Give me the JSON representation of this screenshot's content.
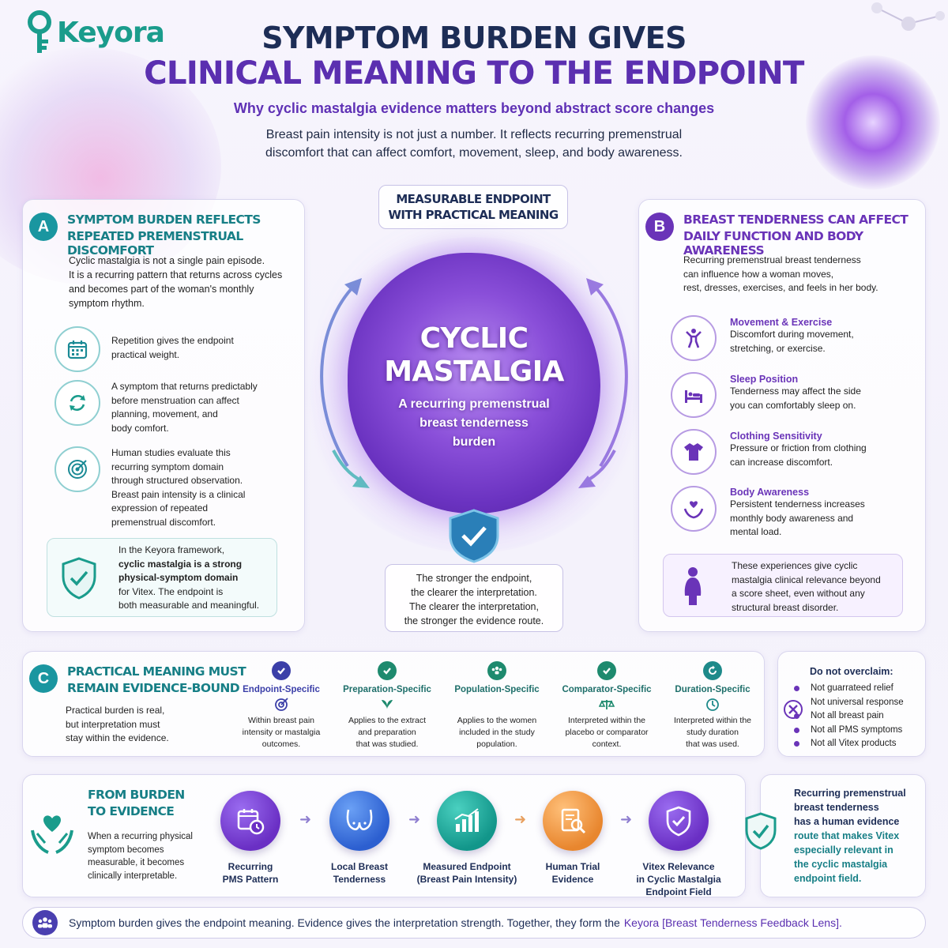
{
  "logo": {
    "text": "Keyora"
  },
  "header": {
    "title_line1": "SYMPTOM BURDEN GIVES",
    "title_line2": "CLINICAL MEANING TO THE ENDPOINT",
    "subtitle": "Why cyclic mastalgia evidence matters beyond abstract score changes",
    "intro_line1": "Breast pain intensity is not just a number. It reflects recurring premenstrual",
    "intro_line2": "discomfort that can affect comfort, movement, sleep, and body awareness."
  },
  "center": {
    "badge_line1": "MEASURABLE ENDPOINT",
    "badge_line2": "WITH PRACTICAL MEANING",
    "orb_title1": "CYCLIC",
    "orb_title2": "MASTALGIA",
    "orb_sub1": "A recurring premenstrual",
    "orb_sub2": "breast tenderness",
    "orb_sub3": "burden",
    "note_line1": "The stronger the endpoint,",
    "note_line2": "the clearer the interpretation.",
    "note_line3": "The clearer the interpretation,",
    "note_line4": "the stronger the evidence route."
  },
  "panel_a": {
    "letter": "A",
    "title1": "SYMPTOM BURDEN REFLECTS",
    "title2": "REPEATED PREMENSTRUAL DISCOMFORT",
    "intro": [
      "Cyclic mastalgia is not a single pain episode.",
      "It is a recurring pattern that returns across cycles",
      "and becomes part of the woman's monthly",
      "symptom rhythm."
    ],
    "items": [
      {
        "icon": "calendar-icon",
        "lines": [
          "Repetition gives the endpoint",
          "practical weight."
        ]
      },
      {
        "icon": "cycle-arrows-icon",
        "lines": [
          "A symptom that returns predictably",
          "before menstruation can affect",
          "planning, movement, and",
          "body comfort."
        ]
      },
      {
        "icon": "target-icon",
        "lines": [
          "Human studies evaluate this",
          "recurring symptom domain",
          "through structured observation.",
          "Breast pain intensity is a clinical",
          "expression of repeated",
          "premenstrual discomfort."
        ]
      }
    ],
    "framework": [
      "In the Keyora framework,",
      "cyclic mastalgia is a strong",
      "physical-symptom domain",
      "for Vitex. The endpoint is",
      "both measurable and meaningful."
    ]
  },
  "panel_b": {
    "letter": "B",
    "title1": "BREAST TENDERNESS CAN AFFECT",
    "title2": "DAILY FUNCTION AND BODY AWARENESS",
    "intro": [
      "Recurring premenstrual breast tenderness",
      "can influence how a woman moves,",
      "rest, dresses, exercises, and feels in her body."
    ],
    "items": [
      {
        "icon": "exercise-person-icon",
        "title": "Movement & Exercise",
        "lines": [
          "Discomfort during movement,",
          "stretching, or exercise."
        ]
      },
      {
        "icon": "bed-icon",
        "title": "Sleep Position",
        "lines": [
          "Tenderness may affect the side",
          "you can comfortably sleep on."
        ]
      },
      {
        "icon": "shirt-icon",
        "title": "Clothing Sensitivity",
        "lines": [
          "Pressure or friction from clothing",
          "can increase discomfort."
        ]
      },
      {
        "icon": "heart-hands-icon",
        "title": "Body Awareness",
        "lines": [
          "Persistent tenderness increases",
          "monthly body awareness and",
          "mental load."
        ]
      }
    ],
    "note": [
      "These experiences give cyclic",
      "mastalgia clinical relevance beyond",
      "a score sheet, even without any",
      "structural breast disorder."
    ]
  },
  "panel_c": {
    "letter": "C",
    "title1": "PRACTICAL MEANING MUST",
    "title2": "REMAIN EVIDENCE-BOUND",
    "intro": [
      "Practical burden is real,",
      "but interpretation must",
      "stay within the evidence."
    ],
    "specs": [
      {
        "title": "Endpoint-Specific",
        "color": "#3b3fa8",
        "lines": [
          "Within breast pain",
          "intensity or mastalgia",
          "outcomes."
        ]
      },
      {
        "title": "Preparation-Specific",
        "color": "#1e8a6e",
        "lines": [
          "Applies to the extract",
          "and preparation",
          "that was studied."
        ]
      },
      {
        "title": "Population-Specific",
        "color": "#1e8a6e",
        "lines": [
          "Applies to the women",
          "included in the study",
          "population."
        ]
      },
      {
        "title": "Comparator-Specific",
        "color": "#1e8a6e",
        "lines": [
          "Interpreted within the",
          "placebo or comparator",
          "context."
        ]
      },
      {
        "title": "Duration-Specific",
        "color": "#1e8a8a",
        "lines": [
          "Interpreted within the",
          "study duration",
          "that was used."
        ]
      }
    ]
  },
  "overclaim": {
    "title": "Do not overclaim:",
    "items": [
      "Not guarrateed relief",
      "Not universal response",
      "Not all breast pain",
      "Not all PMS symptoms",
      "Not all Vitex products"
    ]
  },
  "flow": {
    "title1": "FROM BURDEN",
    "title2": "TO EVIDENCE",
    "desc": [
      "When a recurring physical",
      "symptom becomes",
      "measurable, it becomes",
      "clinically interpretable."
    ],
    "steps": [
      {
        "icon": "calendar-clock-icon",
        "color": "#6a2fc4",
        "lines": [
          "Recurring",
          "PMS Pattern"
        ]
      },
      {
        "icon": "breast-outline-icon",
        "color": "#2c5fd0",
        "lines": [
          "Local Breast",
          "Tenderness"
        ]
      },
      {
        "icon": "bar-chart-icon",
        "color": "#12968a",
        "lines": [
          "Measured Endpoint",
          "(Breast Pain Intensity)"
        ]
      },
      {
        "icon": "clipboard-search-icon",
        "color": "#e8862e",
        "lines": [
          "Human Trial",
          "Evidence"
        ]
      },
      {
        "icon": "shield-check-icon",
        "color": "#6a2fc4",
        "lines": [
          "Vitex Relevance",
          "in Cyclic Mastalgia",
          "Endpoint Field"
        ]
      }
    ],
    "summary": [
      "Recurring premenstrual",
      "breast tenderness",
      "has a human evidence",
      "route that makes Vitex",
      "especially relevant in",
      "the cyclic mastalgia",
      "endpoint field."
    ]
  },
  "footer": {
    "text": "Symptom burden gives the endpoint meaning. Evidence gives the interpretation strength. Together, they form the",
    "highlight": "Keyora [Breast Tenderness Feedback Lens]."
  }
}
